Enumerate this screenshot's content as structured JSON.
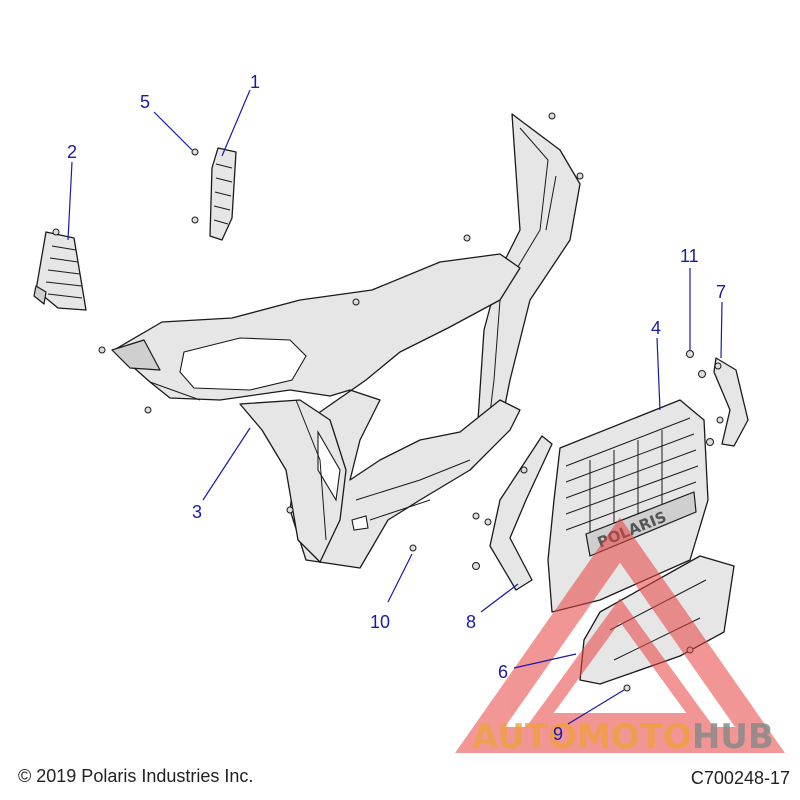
{
  "callouts": [
    {
      "id": "c1",
      "label": "1"
    },
    {
      "id": "c2",
      "label": "2"
    },
    {
      "id": "c3",
      "label": "3"
    },
    {
      "id": "c4",
      "label": "4"
    },
    {
      "id": "c5",
      "label": "5"
    },
    {
      "id": "c6",
      "label": "6"
    },
    {
      "id": "c7",
      "label": "7"
    },
    {
      "id": "c8",
      "label": "8"
    },
    {
      "id": "c9",
      "label": "9"
    },
    {
      "id": "c10",
      "label": "10"
    },
    {
      "id": "c11",
      "label": "11"
    }
  ],
  "grille_logo_text": "POLARIS",
  "watermark": {
    "brand_orange": "AUTOMOTO",
    "brand_gray": "HUB",
    "color_orange": "#f0a040",
    "color_gray": "#8a8a8a",
    "color_red": "#e84040"
  },
  "footer": {
    "copyright": "© 2019 Polaris Industries Inc.",
    "figure_code": "C700248-17"
  },
  "colors": {
    "callout": "#1a1aa8",
    "part_fill": "#e6e6e6",
    "outline": "#1a1a1a"
  }
}
